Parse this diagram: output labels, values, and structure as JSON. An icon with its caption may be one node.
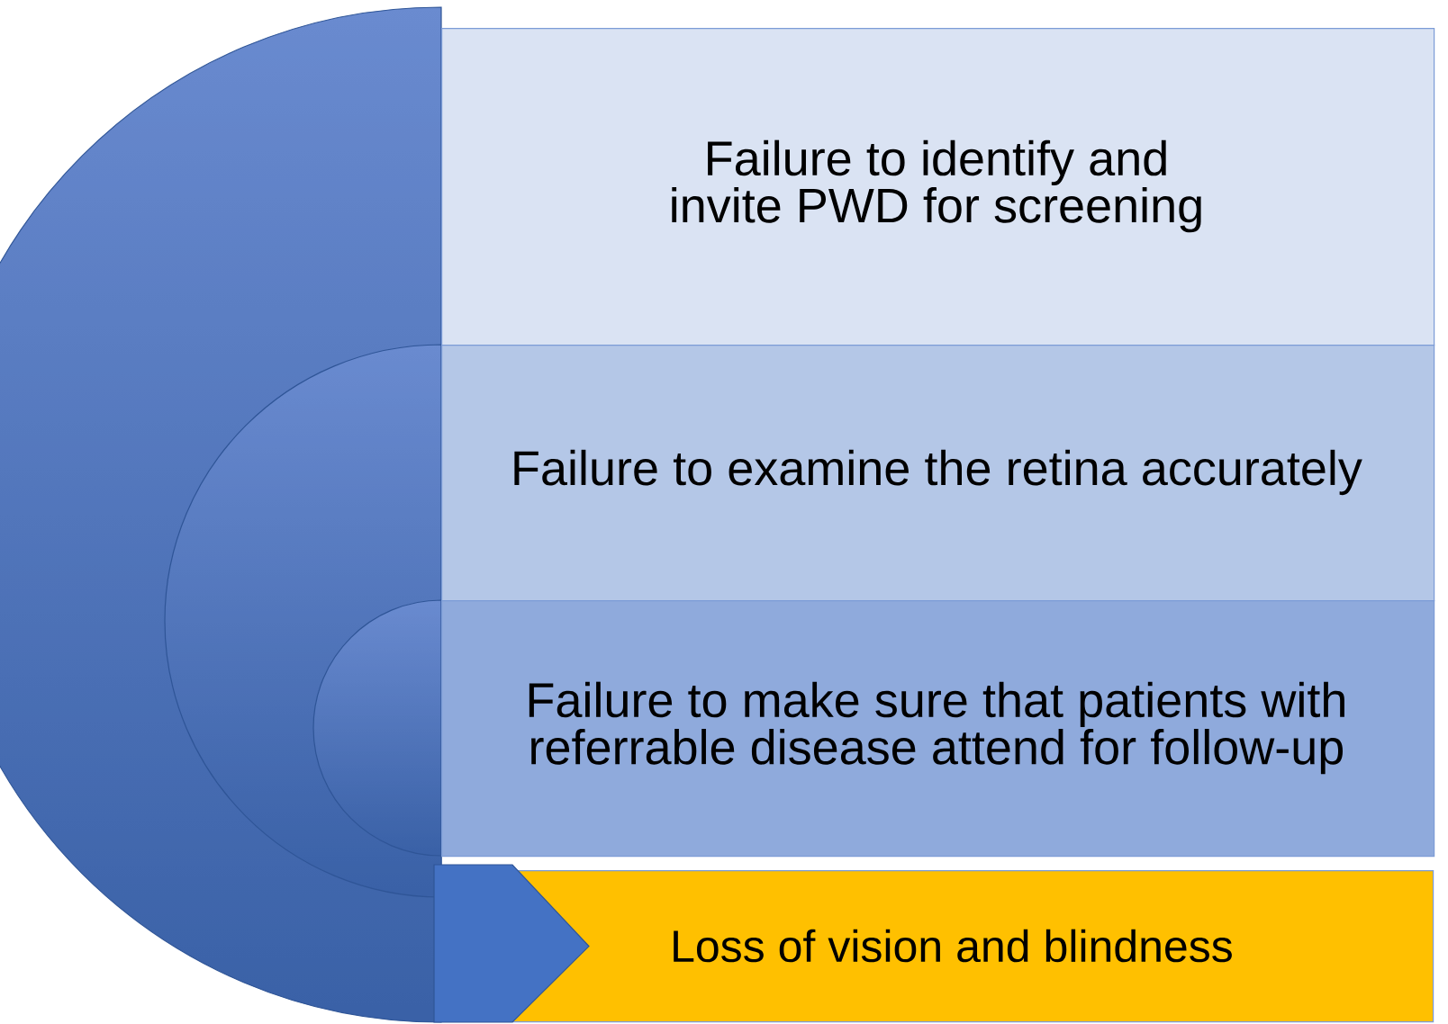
{
  "diagram": {
    "nodes": [
      {
        "text": [
          "Failure to identify and invite PWD for screening"
        ]
      },
      {
        "text": [
          "Failure to examine the retina accurately"
        ]
      },
      {
        "text": [
          "Failure to make sure that patients with referrable disease attend for follow-up"
        ]
      },
      {
        "text": [
          "Loss of vision and blindness"
        ]
      }
    ],
    "edges": [
      {
        "from": null,
        "to": 3,
        "arrow": "to"
      }
    ]
  }
}
